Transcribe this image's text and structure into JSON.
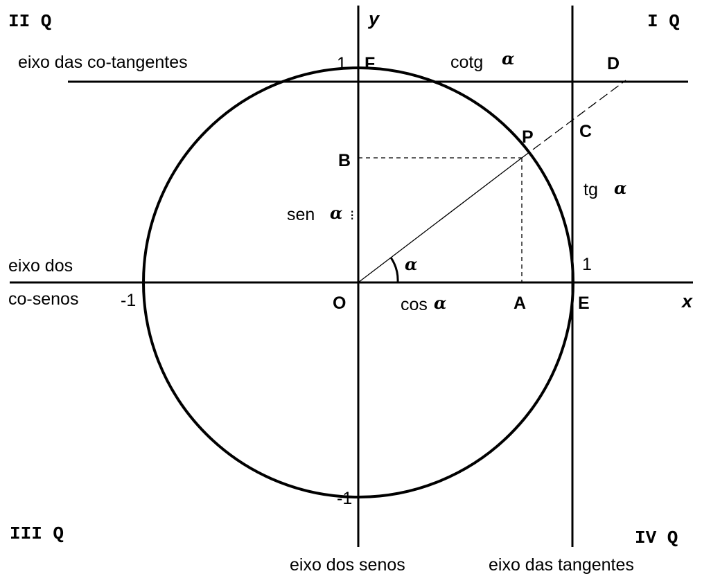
{
  "quadrants": {
    "q1": "I Q",
    "q2": "II Q",
    "q3": "III Q",
    "q4": "IV Q"
  },
  "axes": {
    "x": "x",
    "y": "y",
    "cotangent_axis": "eixo das co-tangentes",
    "cosine_axis_line1": "eixo dos",
    "cosine_axis_line2": "co-senos",
    "sine_axis": "eixo dos senos",
    "tangent_axis": "eixo das tangentes"
  },
  "points": {
    "O": "O",
    "A": "A",
    "E": "E",
    "B": "B",
    "P": "P",
    "C": "C",
    "D": "D",
    "F": "F"
  },
  "ticks": {
    "x_pos": "1",
    "x_neg": "-1",
    "y_pos": "1",
    "y_neg": "-1"
  },
  "functions": {
    "sen": "sen",
    "cos": "cos",
    "tg": "tg",
    "cotg": "cotg",
    "alpha": "α",
    "sen_tick": "⁝"
  }
}
